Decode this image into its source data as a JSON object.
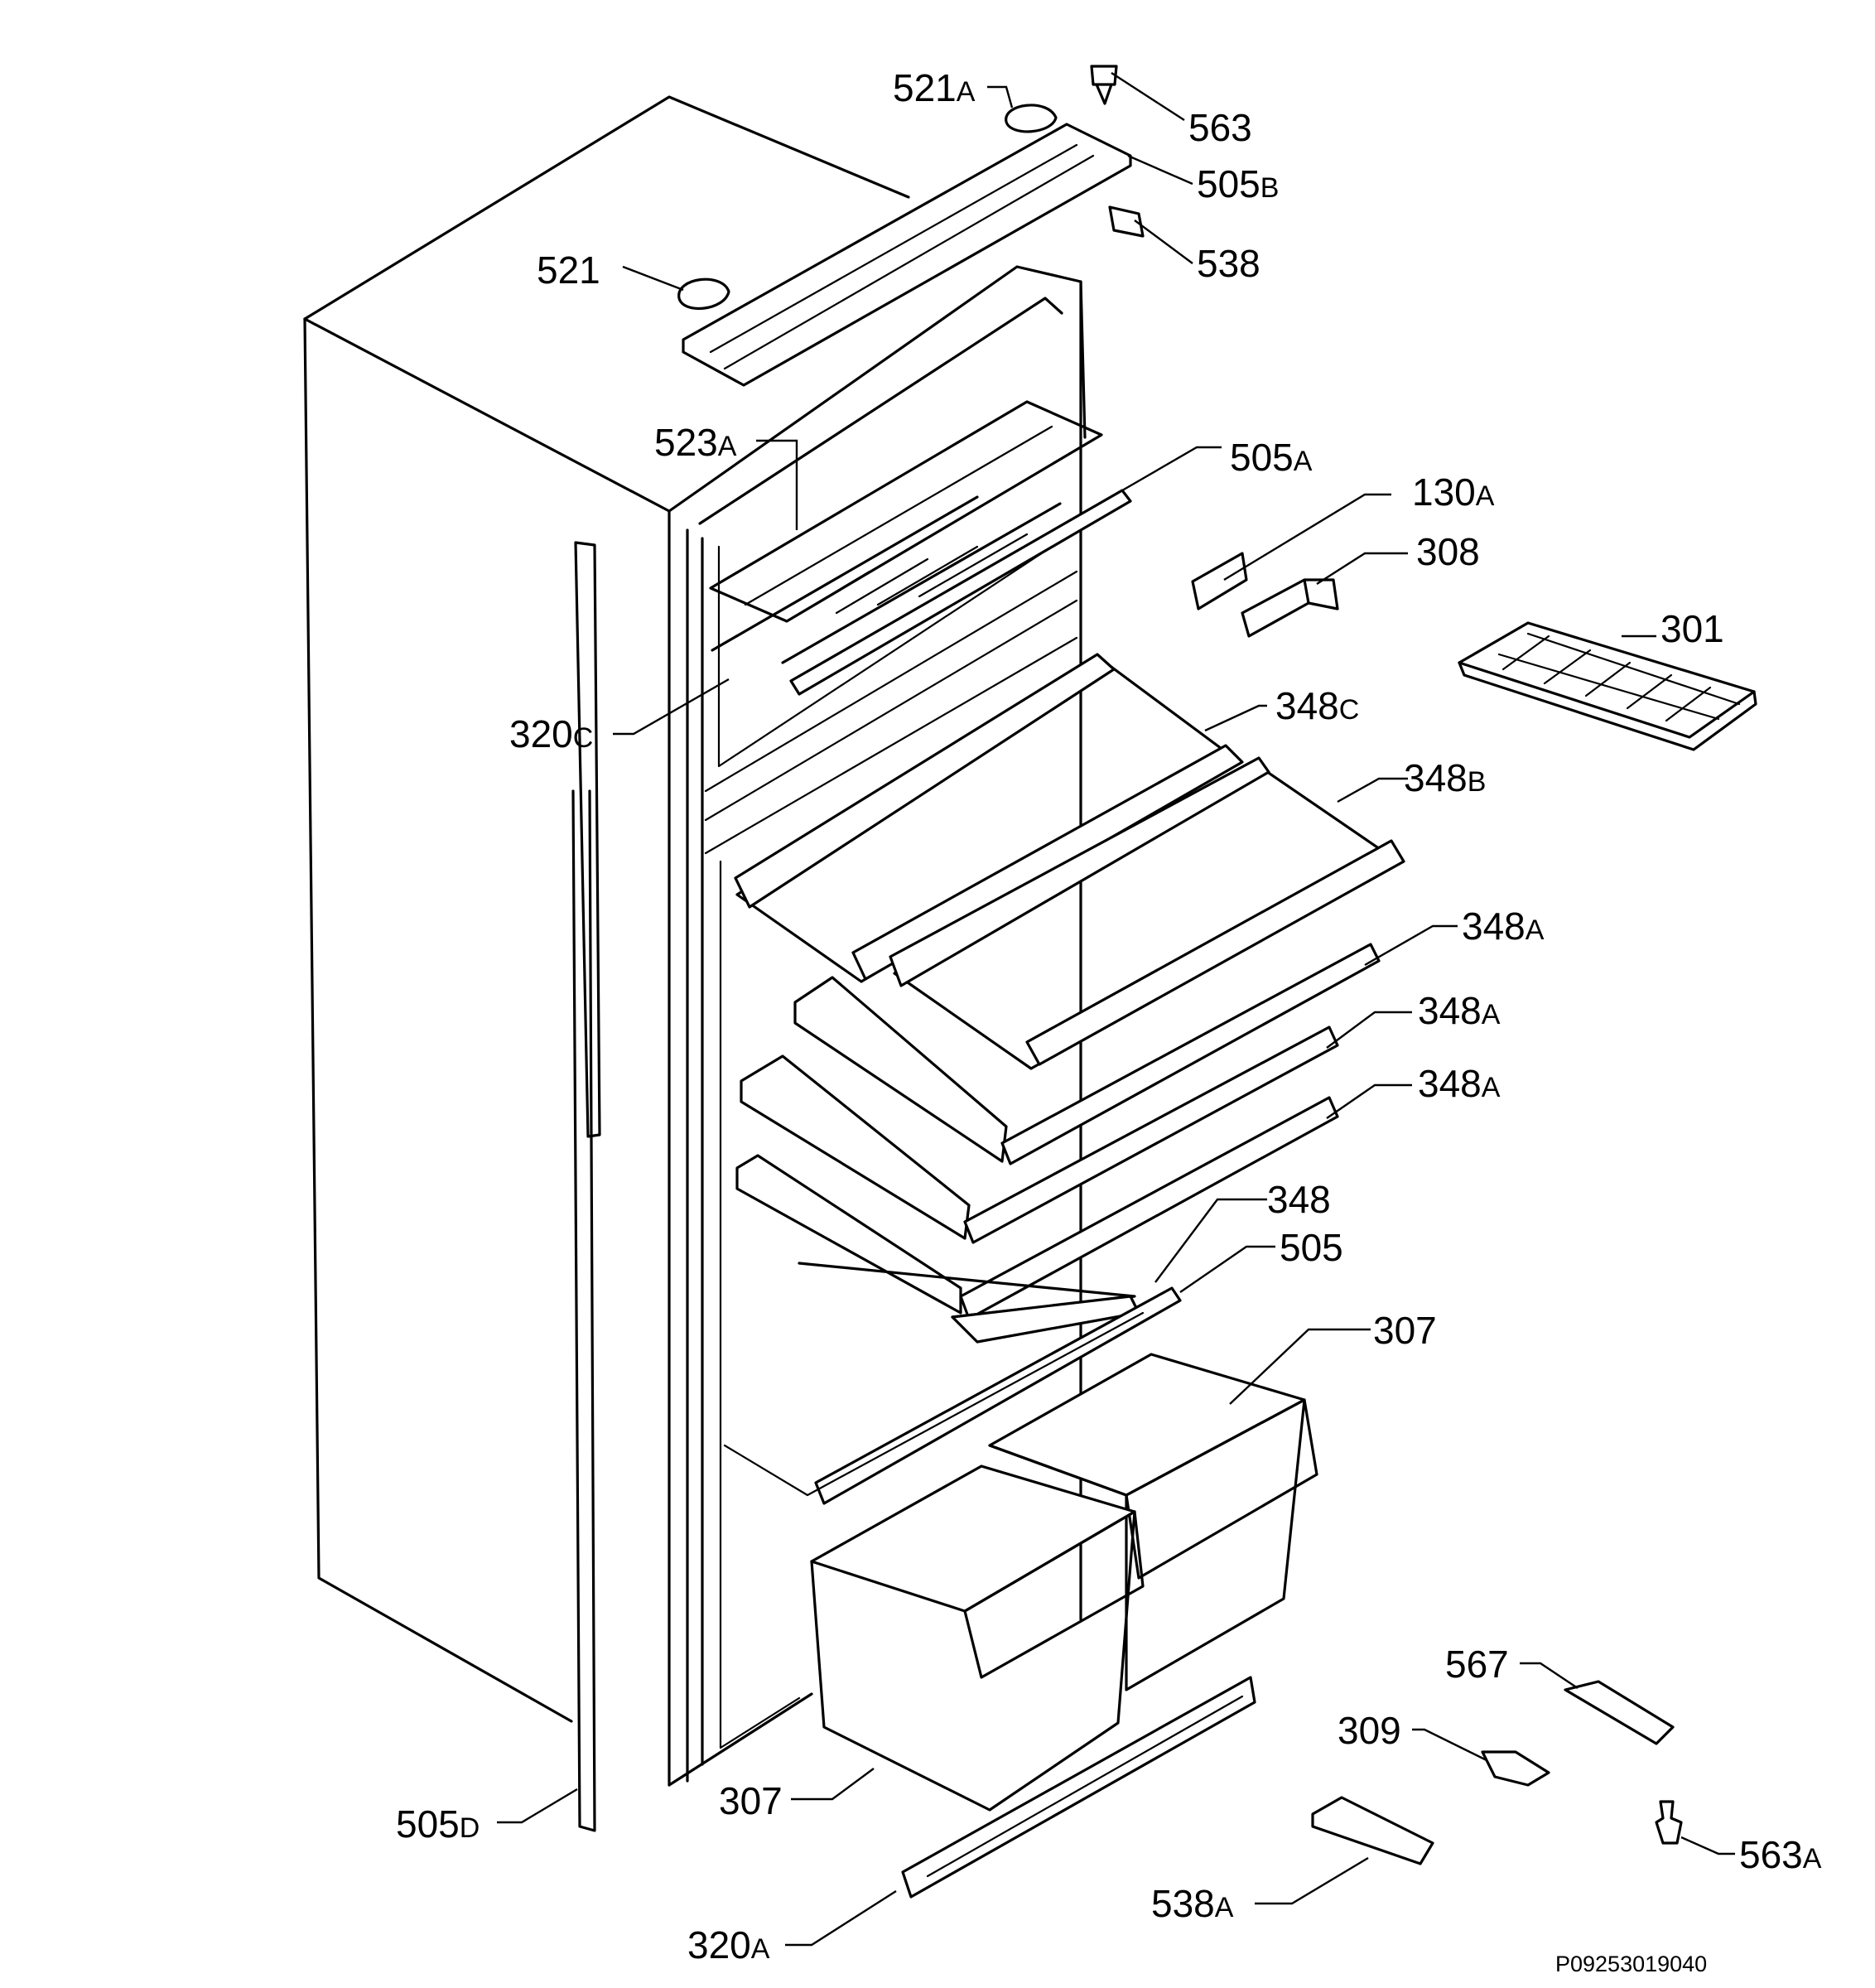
{
  "callouts": [
    {
      "id": "c563",
      "num": "563",
      "suffix": ""
    },
    {
      "id": "c521a",
      "num": "521",
      "suffix": "A"
    },
    {
      "id": "c505b",
      "num": "505",
      "suffix": "B"
    },
    {
      "id": "c538",
      "num": "538",
      "suffix": ""
    },
    {
      "id": "c521",
      "num": "521",
      "suffix": ""
    },
    {
      "id": "c523a",
      "num": "523",
      "suffix": "A"
    },
    {
      "id": "c505a",
      "num": "505",
      "suffix": "A"
    },
    {
      "id": "c130a",
      "num": "130",
      "suffix": "A"
    },
    {
      "id": "c308",
      "num": "308",
      "suffix": ""
    },
    {
      "id": "c301",
      "num": "301",
      "suffix": ""
    },
    {
      "id": "c320c",
      "num": "320",
      "suffix": "C"
    },
    {
      "id": "c348c",
      "num": "348",
      "suffix": "C"
    },
    {
      "id": "c348b",
      "num": "348",
      "suffix": "B"
    },
    {
      "id": "c348a1",
      "num": "348",
      "suffix": "A"
    },
    {
      "id": "c348a2",
      "num": "348",
      "suffix": "A"
    },
    {
      "id": "c348a3",
      "num": "348",
      "suffix": "A"
    },
    {
      "id": "c348",
      "num": "348",
      "suffix": ""
    },
    {
      "id": "c505",
      "num": "505",
      "suffix": ""
    },
    {
      "id": "c307a",
      "num": "307",
      "suffix": ""
    },
    {
      "id": "c307b",
      "num": "307",
      "suffix": ""
    },
    {
      "id": "c567",
      "num": "567",
      "suffix": ""
    },
    {
      "id": "c309",
      "num": "309",
      "suffix": ""
    },
    {
      "id": "c505d",
      "num": "505",
      "suffix": "D"
    },
    {
      "id": "c563a",
      "num": "563",
      "suffix": "A"
    },
    {
      "id": "c538a",
      "num": "538",
      "suffix": "A"
    },
    {
      "id": "c320a",
      "num": "320",
      "suffix": "A"
    }
  ],
  "drawing_ref": "P09253019040"
}
